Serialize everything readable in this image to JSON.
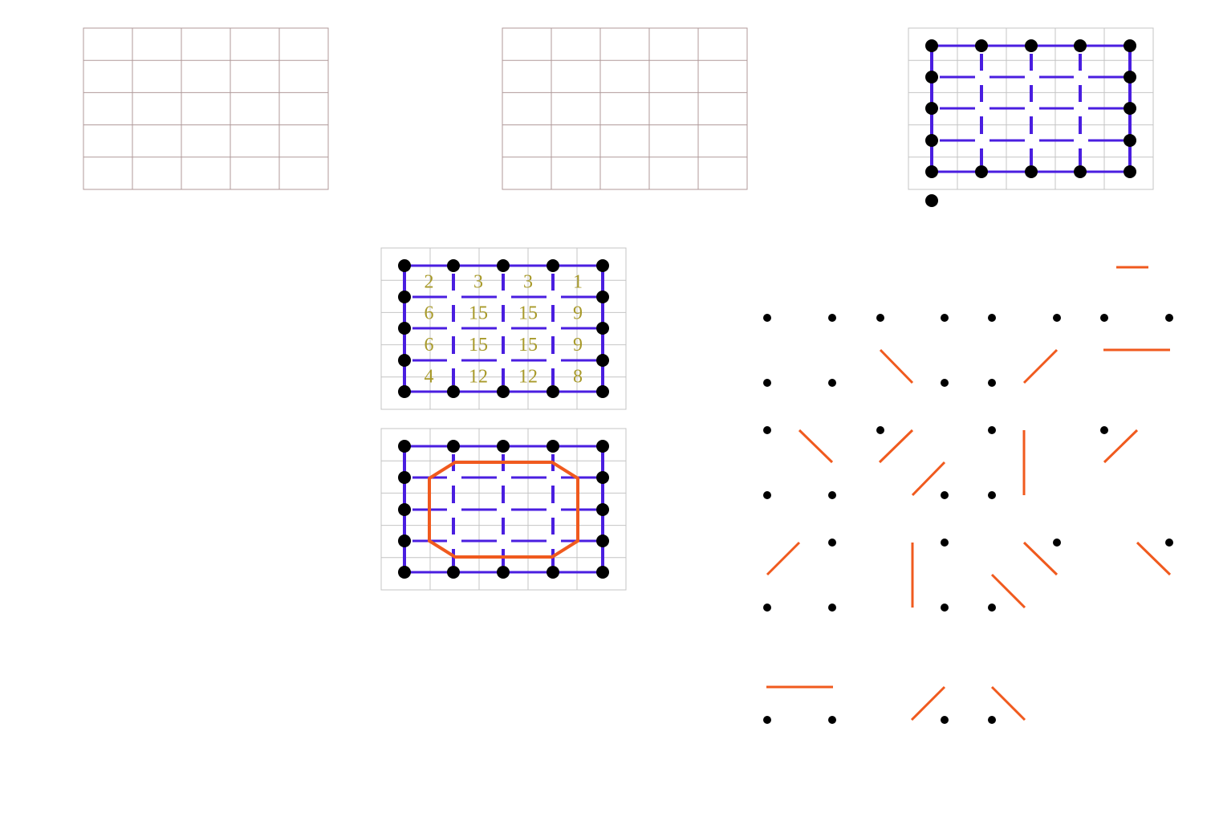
{
  "colors": {
    "grid_line": "#b09a9a",
    "grid_line_light": "#c4c4c4",
    "edge": "#4a1ee0",
    "vertex": "#000000",
    "contour": "#f05a1e",
    "count_text": "#a89a2a"
  },
  "panels": {
    "empty_grid_a": {
      "rows": 5,
      "cols": 5
    },
    "empty_grid_b": {
      "rows": 5,
      "cols": 5
    },
    "corner_lattice": {
      "rows": 5,
      "cols": 5
    },
    "count_lattice": {
      "rows": 5,
      "cols": 5,
      "counts": [
        [
          "2",
          "3",
          "3",
          "1"
        ],
        [
          "6",
          "15",
          "15",
          "9"
        ],
        [
          "6",
          "15",
          "15",
          "9"
        ],
        [
          "4",
          "12",
          "12",
          "8"
        ]
      ]
    },
    "contour_lattice": {
      "rows": 5,
      "cols": 5
    },
    "marching_squares": {
      "rows": 5,
      "cols": 5
    }
  }
}
